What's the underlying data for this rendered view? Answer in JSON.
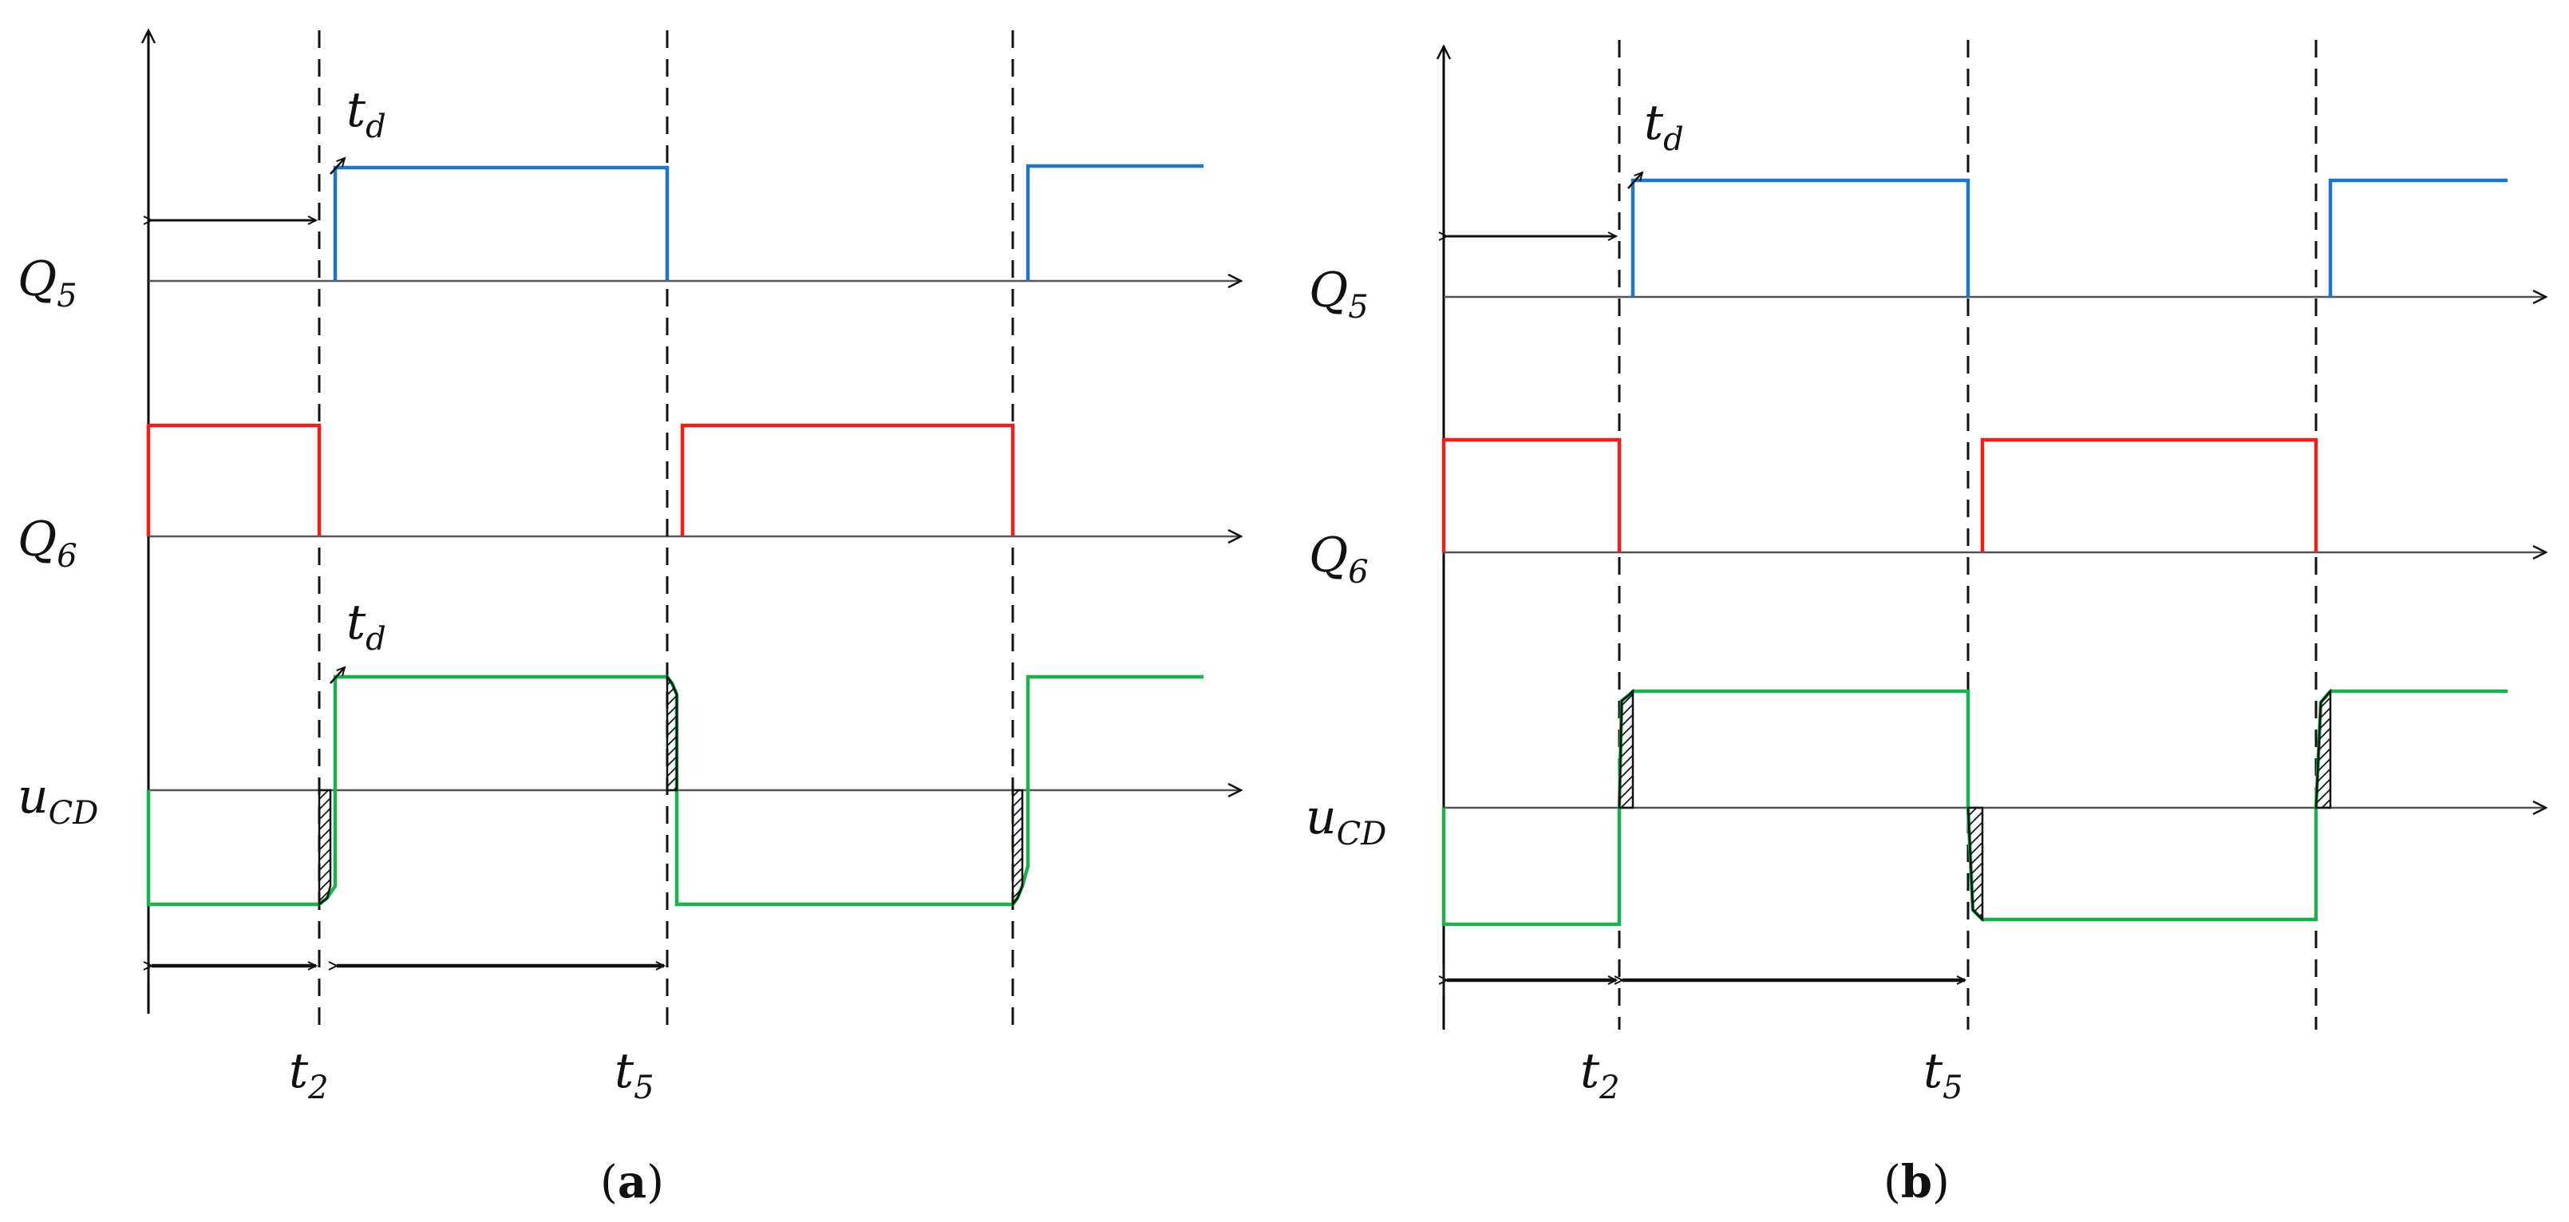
{
  "colors": {
    "q5": "#1f77c4",
    "q6": "#e8231c",
    "ucd": "#1eb050",
    "axis": "#000000",
    "dashed": "#111111"
  },
  "panels": [
    {
      "id": "a",
      "caption_open": "(",
      "caption_letter": "a",
      "caption_close": ")",
      "labels": {
        "q5_main": "Q",
        "q5_sub": "5",
        "q6_main": "Q",
        "q6_sub": "6",
        "ucd_main": "u",
        "ucd_sub": "CD",
        "td_top_main": "t",
        "td_top_sub": "d",
        "td_bot_main": "t",
        "td_bot_sub": "d",
        "t2_main": "t",
        "t2_sub": "2",
        "t5_main": "t",
        "t5_sub": "5"
      }
    },
    {
      "id": "b",
      "caption_open": "(",
      "caption_letter": "b",
      "caption_close": ")",
      "labels": {
        "q5_main": "Q",
        "q5_sub": "5",
        "q6_main": "Q",
        "q6_sub": "6",
        "ucd_main": "u",
        "ucd_sub": "CD",
        "td_top_main": "t",
        "td_top_sub": "d",
        "t2_main": "t",
        "t2_sub": "2",
        "t5_main": "t",
        "t5_sub": "5"
      }
    }
  ]
}
